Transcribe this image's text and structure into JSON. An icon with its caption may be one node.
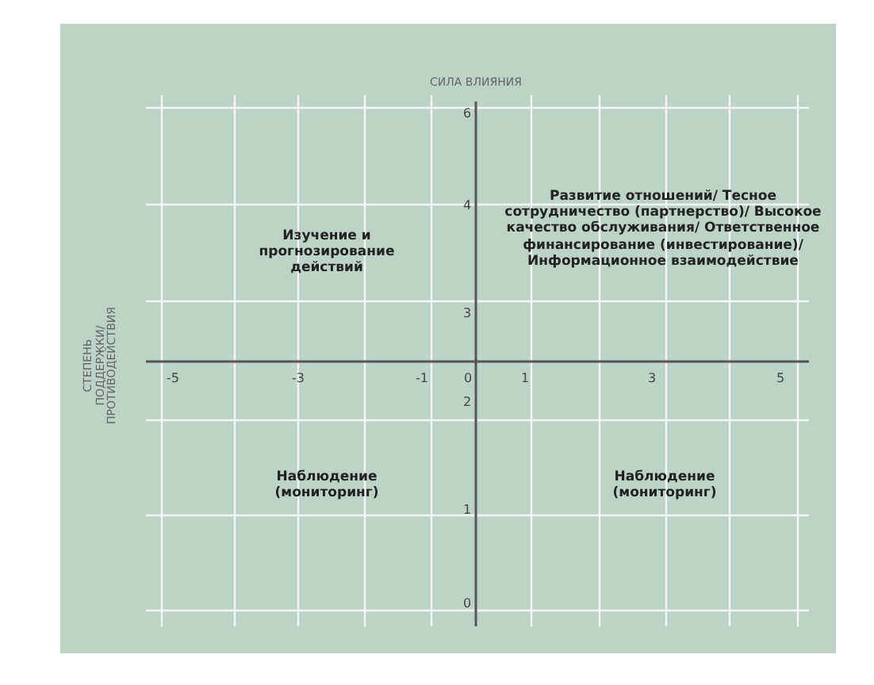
{
  "diagram": {
    "labels": [
      "СИЛА ВЛИЯНИЯ",
      "СТЕПЕНЬ ПОДДЕРЖКИ/ ПРОТИВОДЕЙСТВИЯ",
      "6",
      "Изучение и прогнозирование действий",
      "4",
      "Развитие отношений/ Тесное сотрудничество (партнерство)/ Высокое качество обслуживания/ Ответственное финансирование (инвестирование)/Информационное взаимодействие",
      "3",
      "-5",
      "-3",
      "-1",
      "0",
      "1",
      "3",
      "5",
      "2",
      "Наблюдение (мониторинг)",
      "1",
      "Наблюдение (мониторинг)",
      "0"
    ]
  }
}
